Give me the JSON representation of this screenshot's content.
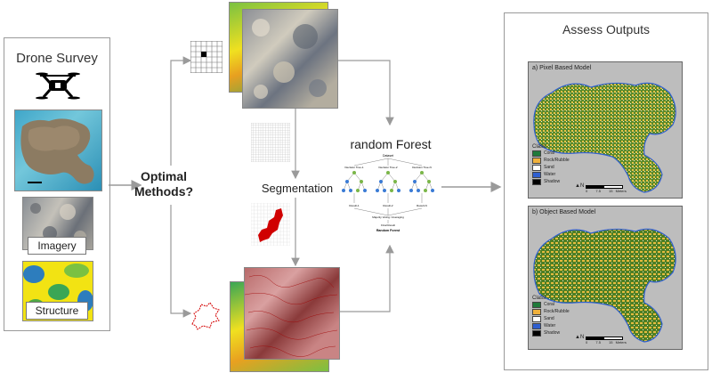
{
  "drone_survey": {
    "title": "Drone Survey",
    "imagery_label": "Imagery",
    "structure_label": "Structure"
  },
  "center": {
    "optimal_methods": "Optimal\nMethods?",
    "segmentation": "Segmentation",
    "random_forest_title": "random Forest",
    "rf_dataset": "Dataset",
    "rf_tree1": "Decision Tree-1",
    "rf_tree2": "Decision Tree-2",
    "rf_tree3": "Decision Tree-N",
    "rf_result1": "Result-1",
    "rf_result2": "Result-2",
    "rf_result3": "Result-N",
    "rf_voting": "Majority Voting / Averaging",
    "rf_final": "Final Result",
    "rf_caption": "Random Forest"
  },
  "assess": {
    "title": "Assess Outputs",
    "map_a_title": "a) Pixel Based Model",
    "map_b_title": "b) Object Based Model",
    "legend_title": "Class",
    "legend": [
      {
        "label": "Coral",
        "color": "#1f7a3a"
      },
      {
        "label": "Rock/Rubble",
        "color": "#f0b13c"
      },
      {
        "label": "Sand",
        "color": "#ffffff"
      },
      {
        "label": "Water",
        "color": "#2f5fd0"
      },
      {
        "label": "Shadow",
        "color": "#000000"
      }
    ],
    "scale_ticks": [
      "0",
      "7.5",
      "15"
    ],
    "scale_unit": "Meters",
    "north": "N"
  }
}
